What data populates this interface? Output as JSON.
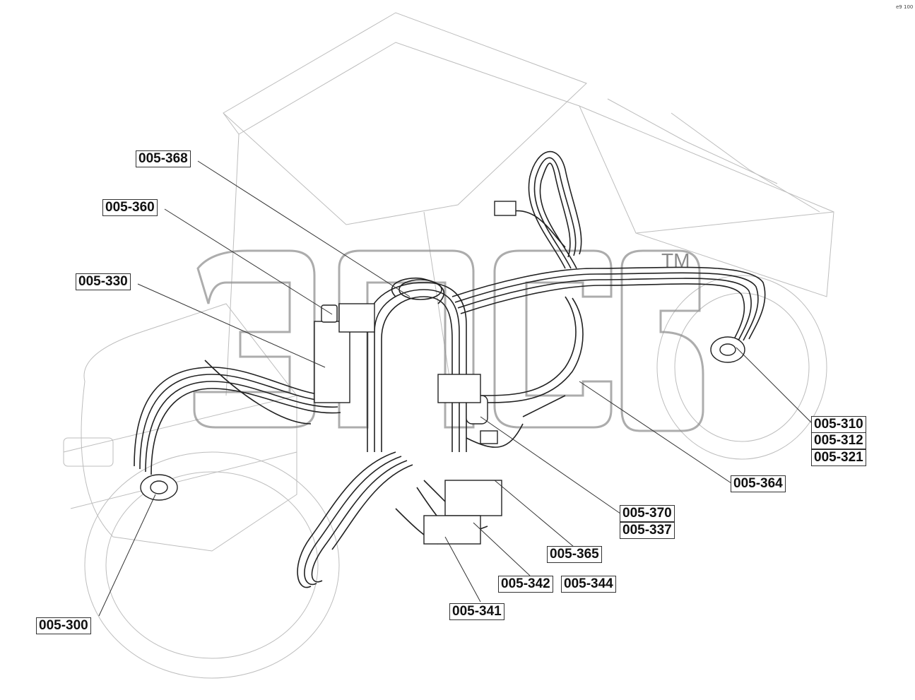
{
  "watermark": {
    "brand": "эпсд",
    "trademark": "TM"
  },
  "corner_mark": "e9 100",
  "callouts": [
    {
      "id": "005-368",
      "text": "005-368"
    },
    {
      "id": "005-360",
      "text": "005-360"
    },
    {
      "id": "005-330",
      "text": "005-330"
    },
    {
      "id": "005-310",
      "text": "005-310"
    },
    {
      "id": "005-312",
      "text": "005-312"
    },
    {
      "id": "005-321",
      "text": "005-321"
    },
    {
      "id": "005-364",
      "text": "005-364"
    },
    {
      "id": "005-370",
      "text": "005-370"
    },
    {
      "id": "005-337",
      "text": "005-337"
    },
    {
      "id": "005-365",
      "text": "005-365"
    },
    {
      "id": "005-342",
      "text": "005-342"
    },
    {
      "id": "005-344",
      "text": "005-344"
    },
    {
      "id": "005-341",
      "text": "005-341"
    },
    {
      "id": "005-300",
      "text": "005-300"
    }
  ]
}
